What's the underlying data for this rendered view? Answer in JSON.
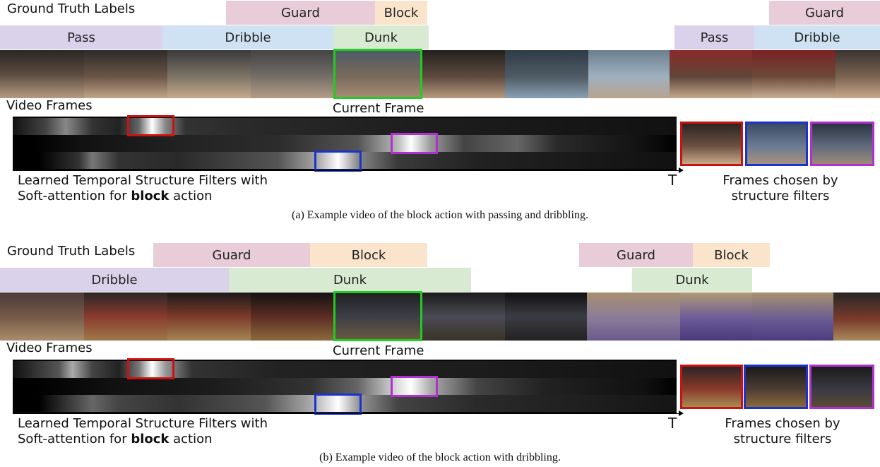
{
  "panels": [
    {
      "gt_title": "Ground Truth Labels",
      "labels_row1": [
        {
          "text": "Guard",
          "color": "#e8cdd8"
        },
        {
          "text": "Block",
          "color": "#fbe4cc"
        },
        {
          "text": "Guard",
          "color": "#e8cdd8"
        }
      ],
      "labels_row2": [
        {
          "text": "Pass",
          "color": "#d9d2ea"
        },
        {
          "text": "Dribble",
          "color": "#cfe2f3"
        },
        {
          "text": "Dunk",
          "color": "#d9ead3"
        },
        {
          "text": "Pass",
          "color": "#d9d2ea"
        },
        {
          "text": "Dribble",
          "color": "#cfe2f3"
        }
      ],
      "video_frames_label": "Video Frames",
      "current_frame_label": "Current Frame",
      "filters_text_line1": "Learned Temporal Structure Filters with",
      "filters_text_line2_pre": "Soft-attention for ",
      "filters_text_bold": "block",
      "filters_text_line2_post": " action",
      "axis_label": "T",
      "chosen_line1": "Frames chosen by",
      "chosen_line2": "structure filters",
      "caption": "(a) Example video of the block action with passing and dribbling."
    },
    {
      "gt_title": "Ground Truth Labels",
      "labels_row1": [
        {
          "text": "Guard",
          "color": "#e8cdd8"
        },
        {
          "text": "Block",
          "color": "#fbe4cc"
        },
        {
          "text": "Guard",
          "color": "#e8cdd8"
        },
        {
          "text": "Block",
          "color": "#fbe4cc"
        }
      ],
      "labels_row2": [
        {
          "text": "Dribble",
          "color": "#d9d2ea"
        },
        {
          "text": "Dunk",
          "color": "#d9ead3"
        },
        {
          "text": "Dunk",
          "color": "#d9ead3"
        }
      ],
      "video_frames_label": "Video Frames",
      "current_frame_label": "Current Frame",
      "filters_text_line1": "Learned Temporal Structure Filters with",
      "filters_text_line2_pre": "Soft-attention for ",
      "filters_text_bold": "block",
      "filters_text_line2_post": " action",
      "axis_label": "T",
      "chosen_line1": "Frames chosen by",
      "chosen_line2": "structure filters",
      "caption": "(b) Example video of the block action with dribbling."
    }
  ],
  "highlight_colors": {
    "current": "#22cc22",
    "red": "#cc1111",
    "blue": "#1a33cc",
    "purple": "#b030d0"
  }
}
